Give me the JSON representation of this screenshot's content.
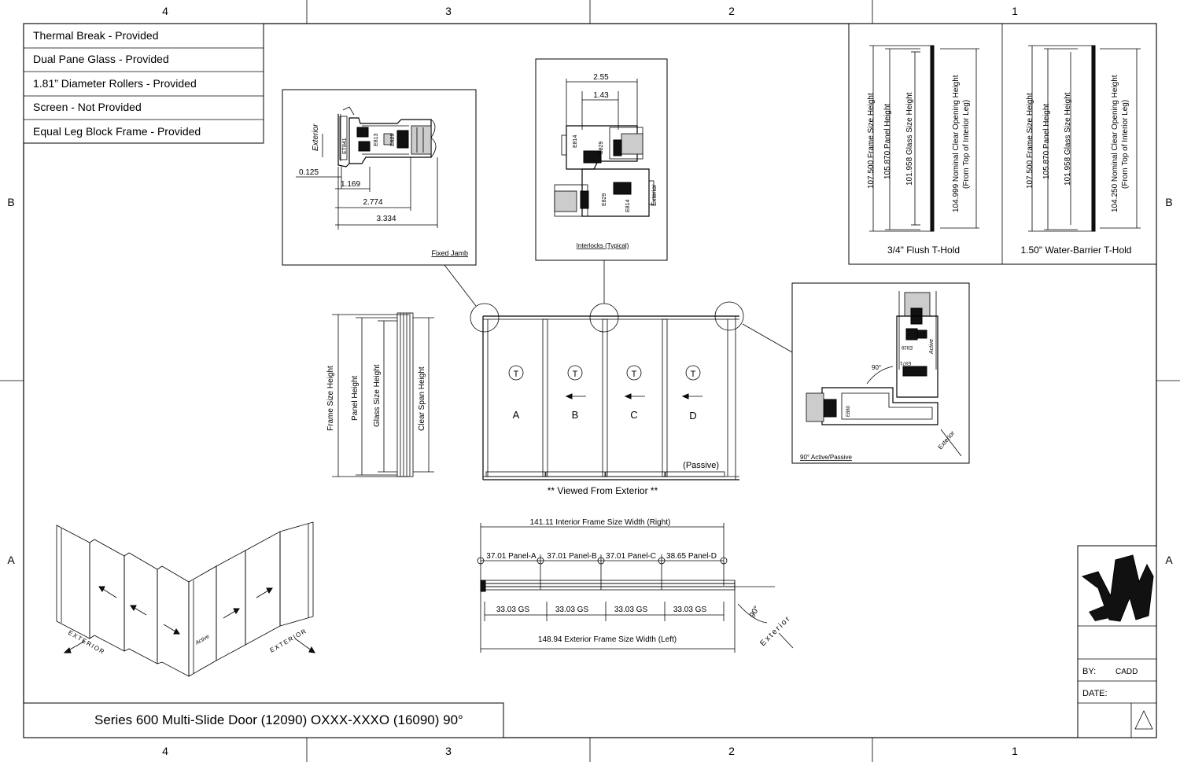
{
  "grid": {
    "top_cols": [
      "4",
      "3",
      "2",
      "1"
    ],
    "bottom_cols": [
      "4",
      "3",
      "2",
      "1"
    ],
    "rows": [
      "B",
      "A"
    ]
  },
  "features": [
    "Thermal Break - Provided",
    "Dual Pane Glass - Provided",
    "1.81” Diameter Rollers - Provided",
    "Screen - Not Provided",
    "Equal Leg Block Frame - Provided"
  ],
  "fixed_jamb": {
    "label": "Fixed Jamb",
    "exterior": "Exterior",
    "parts": [
      "ET841",
      "E813",
      "E829"
    ],
    "dims": [
      "0.125",
      "1.169",
      "2.774",
      "3.334"
    ]
  },
  "interlocks": {
    "label": "Interlocks (Typical)",
    "exterior": "Exterior",
    "parts": [
      "E814",
      "E829",
      "E829",
      "E814"
    ],
    "dims": [
      "2.55",
      "1.43"
    ]
  },
  "t_hold_flush": {
    "label": "3/4\" Flush T-Hold",
    "dims": [
      "107.500 Frame Size Height",
      "105.870 Panel Height",
      "101.958 Glass Size Height"
    ],
    "clear": [
      "104.999 Nominal Clear Opening Height",
      "(From Top of Interior Leg)"
    ]
  },
  "t_hold_barrier": {
    "label": "1.50\" Water-Barrier T-Hold",
    "dims": [
      "107.500 Frame Size Height",
      "105.870 Panel Height",
      "101.958 Glass Size Height"
    ],
    "clear": [
      "104.250 Nominal Clear Opening Height",
      "(From Top of Interior Leg)"
    ]
  },
  "height_dims": [
    "Frame Size Height",
    "Panel Height",
    "Glass Size Height",
    "Clear Span Height"
  ],
  "elevation": {
    "panels": [
      "A",
      "B",
      "C",
      "D"
    ],
    "symbol": "T",
    "passive": "(Passive)",
    "viewed": "** Viewed From Exterior **"
  },
  "corner": {
    "label": "90° Active/Passive",
    "angle": "90°",
    "exterior": "Exterior",
    "active": "Active",
    "parts": [
      "E829",
      "E871",
      "E880"
    ]
  },
  "plan": {
    "interior_width": "141.11 Interior Frame Size Width (Right)",
    "panels": [
      "37.01 Panel-A",
      "37.01 Panel-B",
      "37.01 Panel-C",
      "38.65 Panel-D"
    ],
    "gs": [
      "33.03 GS",
      "33.03 GS",
      "33.03 GS",
      "33.03 GS"
    ],
    "exterior_width": "148.94 Exterior Frame Size Width (Left)",
    "angle": "90°",
    "exterior": "Exterior"
  },
  "iso": {
    "exterior_left": "EXTERIOR",
    "exterior_right": "EXTERIOR",
    "active": "Active"
  },
  "title": "Series 600 Multi-Slide Door (12090) OXXX-XXXO (16090) 90°",
  "titleblock": {
    "by_label": "BY:",
    "by_value": "CADD",
    "date_label": "DATE:",
    "date_value": ""
  }
}
